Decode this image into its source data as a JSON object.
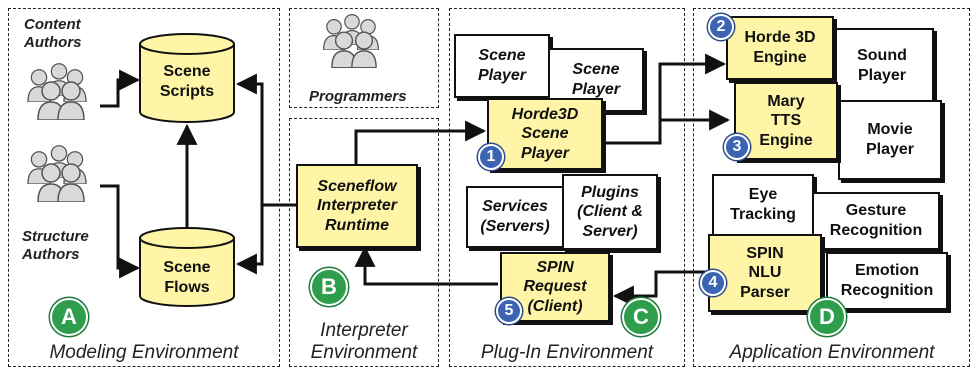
{
  "colors": {
    "highlight_fill": "#fff5a6",
    "badge_green": "#2e9e4d",
    "badge_blue": "#3d63b3",
    "stroke": "#111111"
  },
  "environments": {
    "modeling": "Modeling Environment",
    "interpreter": "Interpreter\nEnvironment",
    "plugin": "Plug-In Environment",
    "application": "Application Environment"
  },
  "actors": {
    "content_authors": "Content\nAuthors",
    "structure_authors": "Structure\nAuthors",
    "programmers": "Programmers"
  },
  "stores": {
    "scene_scripts": "Scene\nScripts",
    "scene_flows": "Scene\nFlows"
  },
  "boxes": {
    "sceneflow_runtime": "Sceneflow\nInterpreter\nRuntime",
    "scene_player_1": "Scene\nPlayer",
    "scene_player_2": "Scene\nPlayer",
    "horde3d_scene_player": "Horde3D\nScene\nPlayer",
    "services": "Services\n(Servers)",
    "plugins": "Plugins\n(Client &\nServer)",
    "spin_request": "SPIN\nRequest\n(Client)",
    "horde_engine": "Horde 3D\nEngine",
    "sound_player": "Sound\nPlayer",
    "mary_tts": "Mary\nTTS\nEngine",
    "movie_player": "Movie\nPlayer",
    "eye_tracking": "Eye\nTracking",
    "gesture_recognition": "Gesture\nRecognition",
    "spin_nlu": "SPIN\nNLU\nParser",
    "emotion_recognition": "Emotion\nRecognition"
  },
  "badges": {
    "letters": {
      "a": "A",
      "b": "B",
      "c": "C",
      "d": "D"
    },
    "numbers": {
      "n1": "1",
      "n2": "2",
      "n3": "3",
      "n4": "4",
      "n5": "5"
    }
  },
  "icons": {
    "actor": "people-group-icon",
    "store": "database-cylinder-icon"
  }
}
